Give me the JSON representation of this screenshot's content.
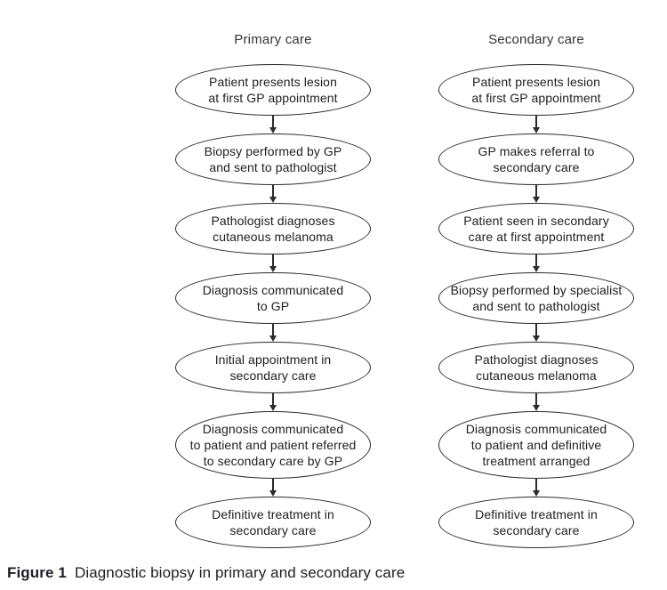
{
  "figure": {
    "caption_label": "Figure 1",
    "caption_text": "Diagnostic biopsy in primary and secondary care"
  },
  "columns": [
    {
      "header": "Primary care",
      "steps": [
        {
          "text": "Patient presents lesion\nat first GP appointment"
        },
        {
          "text": "Biopsy performed by GP\nand sent to pathologist"
        },
        {
          "text": "Pathologist diagnoses\ncutaneous melanoma"
        },
        {
          "text": "Diagnosis communicated\nto GP"
        },
        {
          "text": "Initial appointment in\nsecondary care"
        },
        {
          "text": "Diagnosis communicated\nto patient and patient referred\nto secondary care by GP"
        },
        {
          "text": "Definitive treatment in\nsecondary care"
        }
      ]
    },
    {
      "header": "Secondary care",
      "steps": [
        {
          "text": "Patient presents lesion\nat first GP appointment"
        },
        {
          "text": "GP makes referral to\nsecondary care"
        },
        {
          "text": "Patient seen in secondary\ncare at first appointment"
        },
        {
          "text": "Biopsy performed by specialist\nand sent to pathologist"
        },
        {
          "text": "Pathologist diagnoses\ncutaneous melanoma"
        },
        {
          "text": "Diagnosis communicated\nto patient and definitive\ntreatment arranged"
        },
        {
          "text": "Definitive treatment in\nsecondary care"
        }
      ]
    }
  ],
  "colors": {
    "background": "#ffffff",
    "stroke": "#2b2b2b",
    "text": "#1e1e1e",
    "caption": "#1d1d26"
  }
}
